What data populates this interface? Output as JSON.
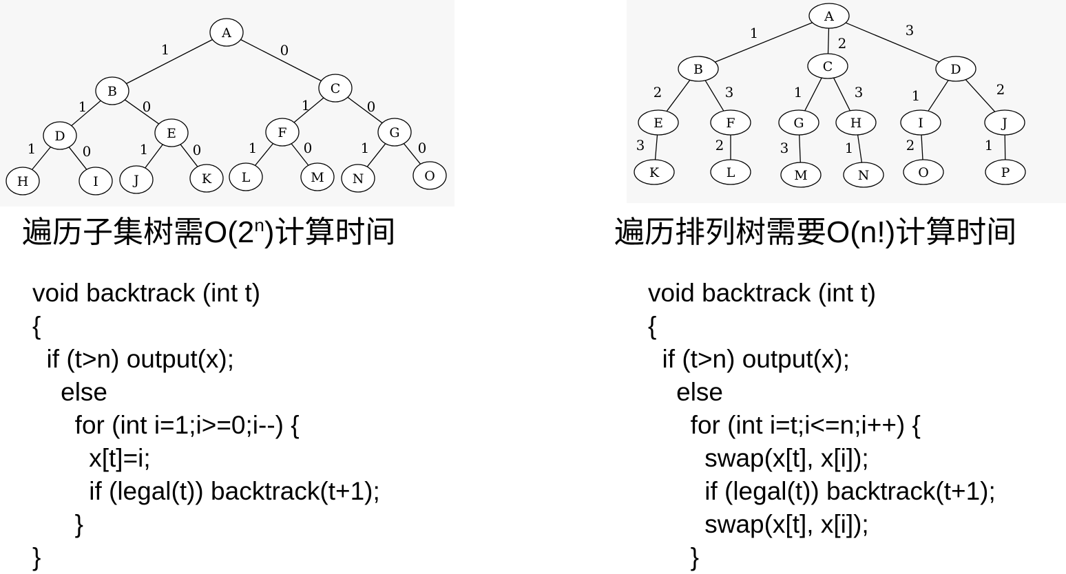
{
  "subset_tree": {
    "nodes": [
      "A",
      "B",
      "C",
      "D",
      "E",
      "F",
      "G",
      "H",
      "I",
      "J",
      "K",
      "L",
      "M",
      "N",
      "O"
    ],
    "edge_labels": [
      "1",
      "0",
      "1",
      "0",
      "1",
      "0",
      "1",
      "0",
      "1",
      "0",
      "1",
      "0",
      "1",
      "0"
    ],
    "caption": {
      "prefix": "遍历子集树需O(2",
      "superscript": "n",
      "suffix": ")计算时间"
    },
    "code_lines": [
      "void backtrack (int t)",
      "{",
      "  if (t>n) output(x);",
      "    else",
      "      for (int i=1;i>=0;i--) {",
      "        x[t]=i;",
      "        if (legal(t)) backtrack(t+1);",
      "      }",
      "}"
    ]
  },
  "permutation_tree": {
    "nodes": [
      "A",
      "B",
      "C",
      "D",
      "E",
      "F",
      "G",
      "H",
      "I",
      "J",
      "K",
      "L",
      "M",
      "N",
      "O",
      "P"
    ],
    "edge_labels": [
      "1",
      "2",
      "3",
      "2",
      "3",
      "1",
      "3",
      "1",
      "2",
      "3",
      "2",
      "3",
      "1",
      "2",
      "1"
    ],
    "caption": "遍历排列树需要O(n!)计算时间",
    "code_lines": [
      "void backtrack (int t)",
      "{",
      "  if (t>n) output(x);",
      "    else",
      "      for (int i=t;i<=n;i++) {",
      "        swap(x[t], x[i]);",
      "        if (legal(t)) backtrack(t+1);",
      "        swap(x[t], x[i]);",
      "      }"
    ]
  }
}
